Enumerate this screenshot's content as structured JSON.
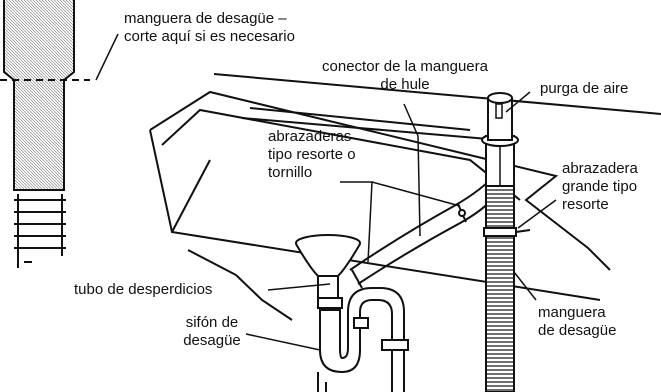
{
  "colors": {
    "ink": "#111111",
    "paper": "#ffffff",
    "hatch": "#9a9a9a"
  },
  "labels": {
    "drain_hose_cut_line1": "manguera de desagüe –",
    "drain_hose_cut_line2": "corte aquí si es necesario",
    "rubber_connector_line1": "conector de la manguera",
    "rubber_connector_line2": "de hule",
    "air_bleed": "purga de aire",
    "clamps_line1": "abrazaderas",
    "clamps_line2": "tipo resorte o",
    "clamps_line3": "tornillo",
    "large_clamp_line1": "abrazadera",
    "large_clamp_line2": "grande tipo",
    "large_clamp_line3": "resorte",
    "waste_pipe": "tubo de desperdicios",
    "trap_line1": "sifón de",
    "trap_line2": "desagüe",
    "drain_hose_line1": "manguera",
    "drain_hose_line2": "de desagüe"
  }
}
